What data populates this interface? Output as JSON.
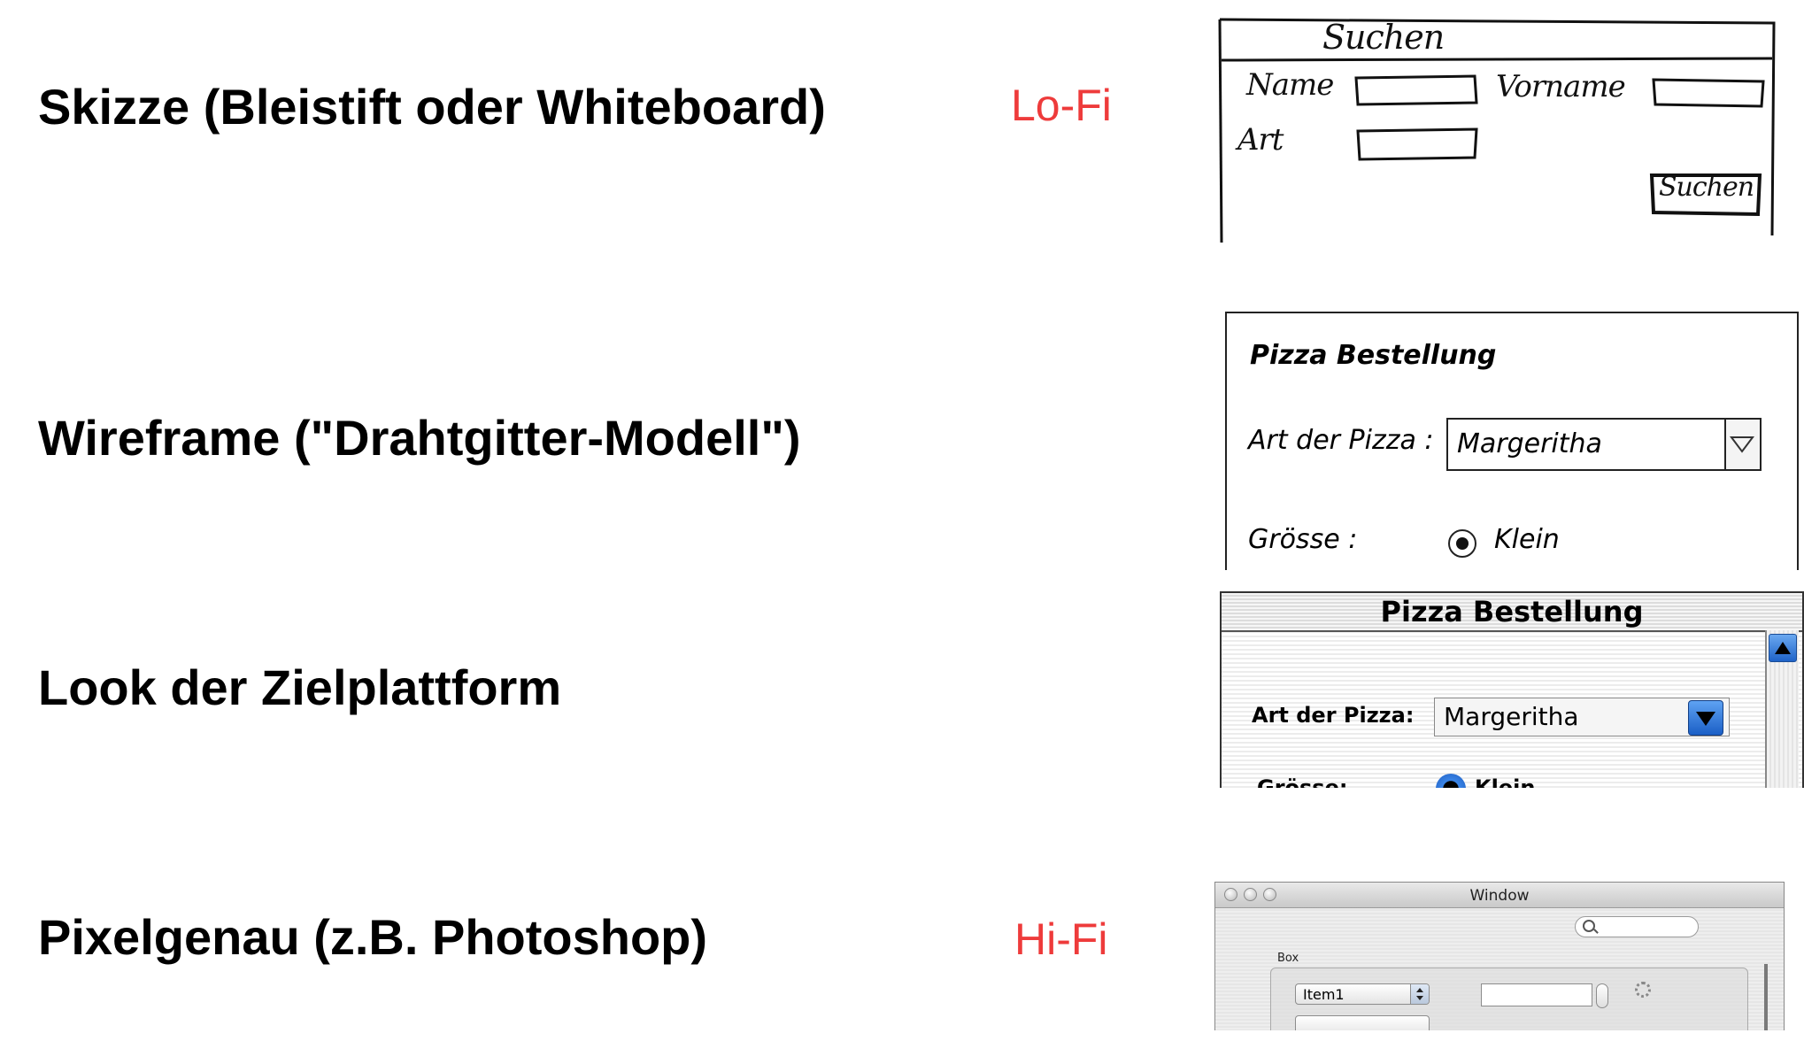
{
  "rows": [
    {
      "label": "Skizze (Bleistift oder Whiteboard)",
      "fidelity": "Lo-Fi"
    },
    {
      "label": "Wireframe (\"Drahtgitter-Modell\")",
      "fidelity": ""
    },
    {
      "label": "Look der Zielplattform",
      "fidelity": ""
    },
    {
      "label": "Pixelgenau (z.B. Photoshop)",
      "fidelity": "Hi-Fi"
    }
  ],
  "fidelity_color": "#ee3b3b",
  "sketch": {
    "title": "Suchen",
    "name_label": "Name",
    "vorname_label": "Vorname",
    "art_label": "Art",
    "button_label": "Suchen"
  },
  "wireframe": {
    "title": "Pizza Bestellung",
    "art_label": "Art der Pizza :",
    "art_value": "Margeritha",
    "groesse_label": "Grösse :",
    "radio_label": "Klein"
  },
  "platform": {
    "title": "Pizza Bestellung",
    "art_label": "Art der Pizza:",
    "art_value": "Margeritha",
    "groesse_label": "Grösse:",
    "radio_label": "Klein",
    "accent": "#1f63c8"
  },
  "pixel": {
    "window_title": "Window",
    "box_label": "Box",
    "popup_value": "Item1"
  }
}
